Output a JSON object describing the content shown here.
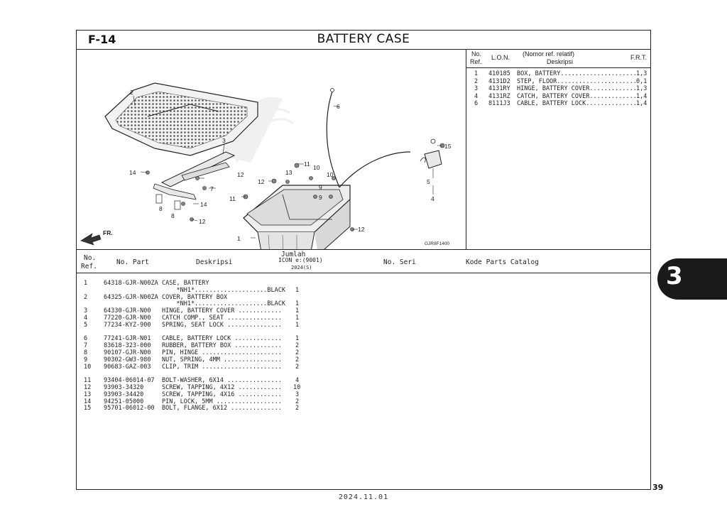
{
  "header": {
    "figure_code": "F-14",
    "title": "BATTERY CASE"
  },
  "diagram": {
    "code": "GJR8F1400",
    "front_label": "FR.",
    "callouts": [
      "1",
      "2",
      "3",
      "4",
      "5",
      "6",
      "7",
      "8",
      "8",
      "9",
      "9",
      "10",
      "10",
      "11",
      "11",
      "12",
      "12",
      "12",
      "12",
      "13",
      "14",
      "14",
      "15"
    ]
  },
  "ref_table": {
    "headers": {
      "no": "No.",
      "ref": "Ref.",
      "lon": "L.O.N.",
      "nomor": "(Nomor ref. relatif)",
      "deskripsi": "Deskripsi",
      "frt": "F.R.T."
    },
    "rows": [
      {
        "no": "1",
        "lon": "410185",
        "desc": "BOX, BATTERY.....................",
        "frt": "1,3"
      },
      {
        "no": "2",
        "lon": "4131D2",
        "desc": "STEP, FLOOR......................",
        "frt": "0,1"
      },
      {
        "no": "3",
        "lon": "4131RY",
        "desc": "HINGE, BATTERY COVER.............",
        "frt": "1,3"
      },
      {
        "no": "4",
        "lon": "4131RZ",
        "desc": "CATCH, BATTERY COVER.............",
        "frt": "1,4"
      },
      {
        "no": "6",
        "lon": "8111J3",
        "desc": "CABLE, BATTERY LOCK..............",
        "frt": "1,4"
      }
    ]
  },
  "parts_table": {
    "headers": {
      "no": "No.",
      "ref": "Ref.",
      "part": "No. Part",
      "desc": "Deskripsi",
      "jumlah": "Jumlah",
      "model": "ICON e:(9001)",
      "year": "2024(S)",
      "seri": "No. Seri",
      "kode": "Kode Parts Catalog"
    },
    "rows": [
      {
        "ref": "1",
        "part": "64318-GJR-N00ZA",
        "desc": "CASE, BATTERY",
        "qty": ""
      },
      {
        "ref": "",
        "part": "",
        "desc": "    *NH1*....................BLACK",
        "qty": "1"
      },
      {
        "ref": "2",
        "part": "64325-GJR-N00ZA",
        "desc": "COVER, BATTERY BOX",
        "qty": ""
      },
      {
        "ref": "",
        "part": "",
        "desc": "    *NH1*....................BLACK",
        "qty": "1"
      },
      {
        "ref": "3",
        "part": "64330-GJR-N00",
        "desc": "HINGE, BATTERY COVER ............",
        "qty": "1"
      },
      {
        "ref": "4",
        "part": "77220-GJR-N00",
        "desc": "CATCH COMP., SEAT ...............",
        "qty": "1"
      },
      {
        "ref": "5",
        "part": "77234-KYZ-900",
        "desc": "SPRING, SEAT LOCK ...............",
        "qty": "1"
      },
      {
        "ref": "6",
        "part": "77241-GJR-N01",
        "desc": "CABLE, BATTERY LOCK .............",
        "qty": "1"
      },
      {
        "ref": "7",
        "part": "83618-323-000",
        "desc": "RUBBER, BATTERY BOX .............",
        "qty": "2"
      },
      {
        "ref": "8",
        "part": "90107-GJR-N00",
        "desc": "PIN, HINGE ......................",
        "qty": "2"
      },
      {
        "ref": "9",
        "part": "90302-GW3-980",
        "desc": "NUT, SPRING, 4MM ................",
        "qty": "2"
      },
      {
        "ref": "10",
        "part": "90683-GAZ-003",
        "desc": "CLIP, TRIM ......................",
        "qty": "2"
      },
      {
        "ref": "11",
        "part": "93404-06014-07",
        "desc": "BOLT-WASHER, 6X14 ...............",
        "qty": "4"
      },
      {
        "ref": "12",
        "part": "93903-34320",
        "desc": "SCREW, TAPPING, 4X12 ............",
        "qty": "10"
      },
      {
        "ref": "13",
        "part": "93903-34420",
        "desc": "SCREW, TAPPING, 4X16 ............",
        "qty": "3"
      },
      {
        "ref": "14",
        "part": "94251-05000",
        "desc": "PIN, LOCK, 5MM ..................",
        "qty": "2"
      },
      {
        "ref": "15",
        "part": "95701-06012-00",
        "desc": "BOLT, FLANGE, 6X12 ..............",
        "qty": "2"
      }
    ]
  },
  "side_tab": {
    "section": "3"
  },
  "footer": {
    "page_number": "39",
    "date": "2024.11.01"
  }
}
